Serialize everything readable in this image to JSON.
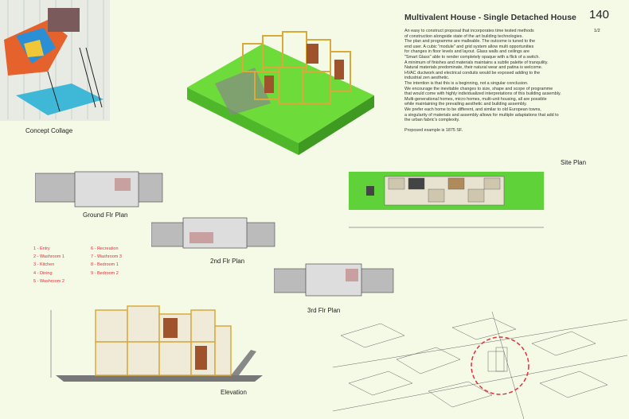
{
  "header": {
    "title": "Multivalent House - Single Detached House",
    "number": "140",
    "page": "1/2"
  },
  "description": [
    "An easy to construct proposal that incorporates time tested methods",
    "of construction alongside state of the art building technologies.",
    "The plan and programme are malleable. The outcome is tuned to the",
    "end user. A cubic \"module\" and grid system allow multi opportunities",
    "for changes in floor levels and layout. Glass walls and ceilings are",
    "\"Smart Glass\" able to render completely opaque with a flick of a switch.",
    "A minimum of finishes and materials maintains a subtle palette of tranquility.",
    "Natural materials predominate, their natural wear and patina is welcome.",
    "HVAC ductwork and electrical conduits would be exposed adding to the",
    "industrial zen aesthetic.",
    "The intention is that this is a beginning, not a singular conclusion.",
    "We encourage the inevitable changes to size, shape and scope of programme",
    "that would come with highly individualized interpretations of this building assembly.",
    "Multi-generational homes, micro homes, multi-unit housing, all are possible",
    "while maintaining the prevailing aesthetic and building assembly.",
    "We prefer each home to be different, and similar to old European towns,",
    "a singularity of materials and assembly allows for multiple adaptations that add to",
    "the urban fabric's complexity.",
    "",
    "Proposed example is 1875 SF."
  ],
  "labels": {
    "collage": "Concept Collage",
    "site": "Site Plan",
    "ground": "Ground Flr Plan",
    "second": "2nd Flr Plan",
    "third": "3rd Flr Plan",
    "elevation": "Elevation"
  },
  "legend": {
    "left": [
      "1 - Entry",
      "2 - Washroom 1",
      "3 - Kitchen",
      "4 - Dining",
      "5 - Washroom 2"
    ],
    "right": [
      "6 - Recreation",
      "7 - Washroom 3",
      "8 - Bedroom 1",
      "9 - Bedroom 2"
    ]
  },
  "colors": {
    "background": "#f5fae6",
    "site_green": "#5fd23a",
    "frame_wood": "#d9a93a",
    "legend_red": "#e0303a"
  }
}
